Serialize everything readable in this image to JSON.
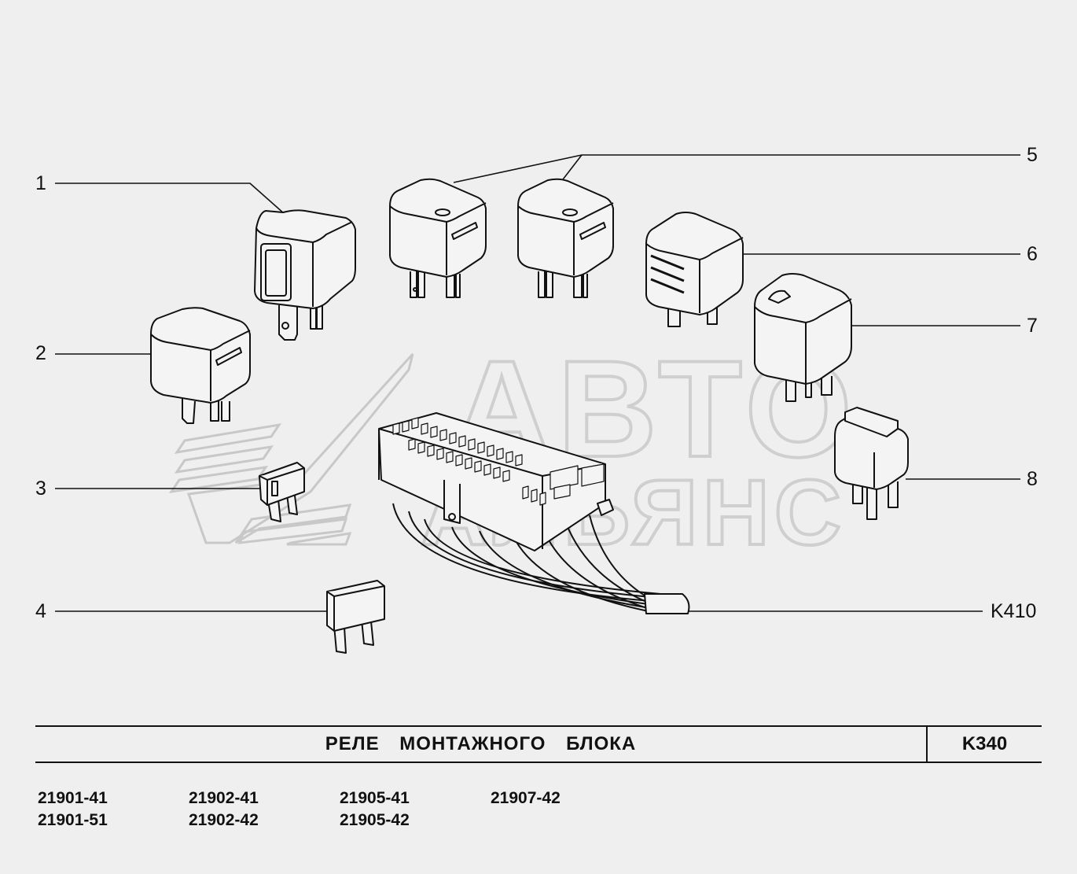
{
  "callouts": {
    "c1": "1",
    "c2": "2",
    "c3": "3",
    "c4": "4",
    "c5": "5",
    "c6": "6",
    "c7": "7",
    "c8": "8",
    "k410": "K410"
  },
  "title_block": {
    "title": "РЕЛЕ МОНТАЖНОГО БЛОКА",
    "code": "K340"
  },
  "models": [
    [
      "21901-41",
      "21901-51"
    ],
    [
      "21902-41",
      "21902-42"
    ],
    [
      "21905-41",
      "21905-42"
    ],
    [
      "21907-42"
    ]
  ],
  "watermark": {
    "line1": "АВТО",
    "line2": "АЛЬЯНС"
  },
  "colors": {
    "background": "#efefef",
    "line": "#111111",
    "watermark": "#d0d0d0"
  }
}
